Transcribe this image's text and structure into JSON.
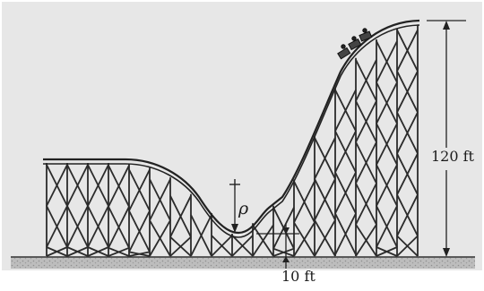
{
  "figure": {
    "height_label": "120 ft",
    "depth_label": "10 ft",
    "curvature_symbol": "ρ",
    "center_marker": "+"
  },
  "colors": {
    "background": "#e7e7e7",
    "structure": "#2b2b2b",
    "ground": "#b9b9b9",
    "label": "#1b1b1b"
  }
}
